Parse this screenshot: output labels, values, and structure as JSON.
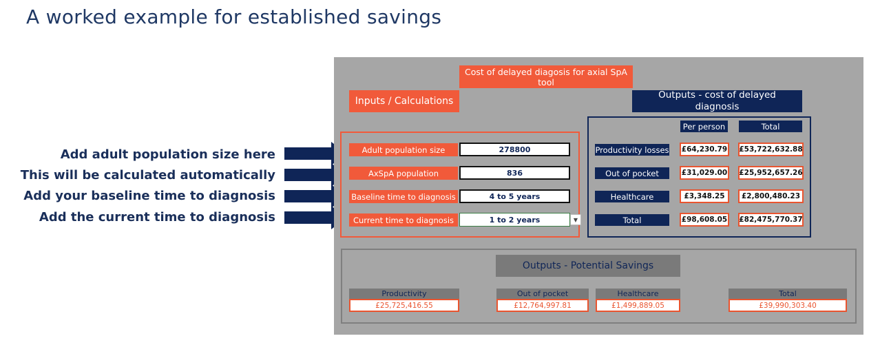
{
  "slide_title": "A worked example for established savings",
  "annotations": [
    "Add adult population size here",
    "This will be calculated automatically",
    "Add your baseline time to diagnosis",
    "Add the current time to diagnosis"
  ],
  "tool_title": "Cost of delayed diagosis for axial SpA tool",
  "inputs_header": "Inputs / Calculations",
  "outputs_header": "Outputs - cost of delayed diagnosis",
  "inputs": [
    {
      "label": "Adult population size",
      "value": "278800"
    },
    {
      "label": "AxSpA population",
      "value": "836"
    },
    {
      "label": "Baseline time to diagnosis",
      "value": "4 to 5 years"
    },
    {
      "label": "Current time to diagnosis",
      "value": "1 to 2 years"
    }
  ],
  "outputs_columns": {
    "per_person": "Per person",
    "total": "Total"
  },
  "outputs_rows": [
    {
      "label": "Productivity losses",
      "per_person": "£64,230.79",
      "total": "£53,722,632.88"
    },
    {
      "label": "Out of pocket",
      "per_person": "£31,029.00",
      "total": "£25,952,657.26"
    },
    {
      "label": "Healthcare",
      "per_person": "£3,348.25",
      "total": "£2,800,480.23"
    },
    {
      "label": "Total",
      "per_person": "£98,608.05",
      "total": "£82,475,770.37"
    }
  ],
  "savings_header": "Outputs - Potential Savings",
  "savings": [
    {
      "label": "Productivity",
      "value": "£25,725,416.55"
    },
    {
      "label": "Out of pocket",
      "value": "£12,764,997.81"
    },
    {
      "label": "Healthcare",
      "value": "£1,499,889.05"
    },
    {
      "label": "Total",
      "value": "£39,990,303.40"
    }
  ],
  "colors": {
    "orange": "#f15a3a",
    "navy": "#0f2557",
    "sheet_gray": "#a6a6a6",
    "title_blue": "#1f3864"
  }
}
